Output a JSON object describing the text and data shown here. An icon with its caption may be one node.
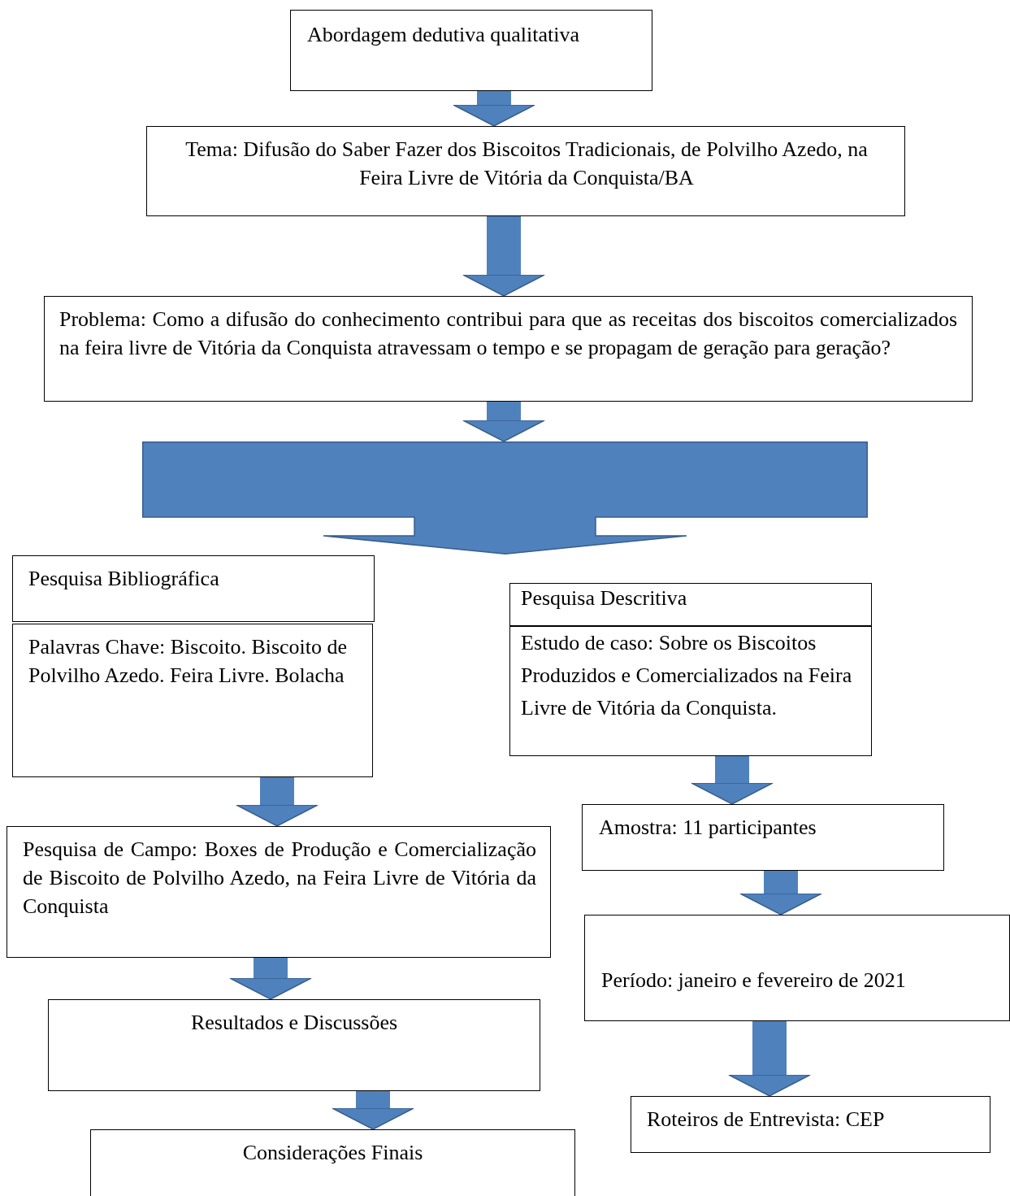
{
  "diagram": {
    "nodes": [
      {
        "text": [
          "Abordagem dedutiva qualitativa"
        ]
      },
      {
        "text": [
          "Tema: Difusão do Saber Fazer dos Biscoitos Tradicionais, de Polvilho Azedo, na Feira Livre de Vitória da Conquista/BA"
        ]
      },
      {
        "text": [
          "Problema: Como a difusão do conhecimento contribui para que as receitas dos biscoitos comercializados na feira livre de Vitória da Conquista atravessam o tempo e se propagam de geração para geração?"
        ]
      },
      {
        "text": [],
        "shape": "arrow"
      },
      {
        "text": [
          "Pesquisa Bibliográfica"
        ]
      },
      {
        "text": [
          "Palavras Chave: Biscoito. Biscoito de Polvilho Azedo. Feira Livre. Bolacha"
        ]
      },
      {
        "text": [
          "Pesquisa Descritiva"
        ]
      },
      {
        "text": [
          "Estudo de caso: Sobre os Biscoitos Produzidos e Comercializados na Feira Livre de Vitória da Conquista."
        ]
      },
      {
        "text": [
          "Pesquisa de Campo: Boxes de Produção e Comercialização de Biscoito de Polvilho Azedo, na Feira Livre de Vitória da Conquista"
        ]
      },
      {
        "text": [
          "Resultados e Discussões"
        ]
      },
      {
        "text": [
          "Considerações Finais"
        ]
      },
      {
        "text": [
          "Amostra: 11 participantes"
        ]
      },
      {
        "text": [
          "Período: janeiro e fevereiro de 2021"
        ]
      },
      {
        "text": [
          "Roteiros de Entrevista: CEP"
        ]
      }
    ],
    "edges": [
      {
        "from": 0,
        "to": 1,
        "arrow": "to"
      },
      {
        "from": 1,
        "to": 2,
        "arrow": "to"
      },
      {
        "from": 2,
        "to": 3,
        "arrow": "to"
      },
      {
        "from": 5,
        "to": 8,
        "arrow": "to"
      },
      {
        "from": 8,
        "to": 9,
        "arrow": "to"
      },
      {
        "from": 9,
        "to": 10,
        "arrow": "to"
      },
      {
        "from": 7,
        "to": 11,
        "arrow": "to"
      },
      {
        "from": 11,
        "to": 12,
        "arrow": "to"
      },
      {
        "from": 12,
        "to": 13,
        "arrow": "to"
      }
    ]
  }
}
